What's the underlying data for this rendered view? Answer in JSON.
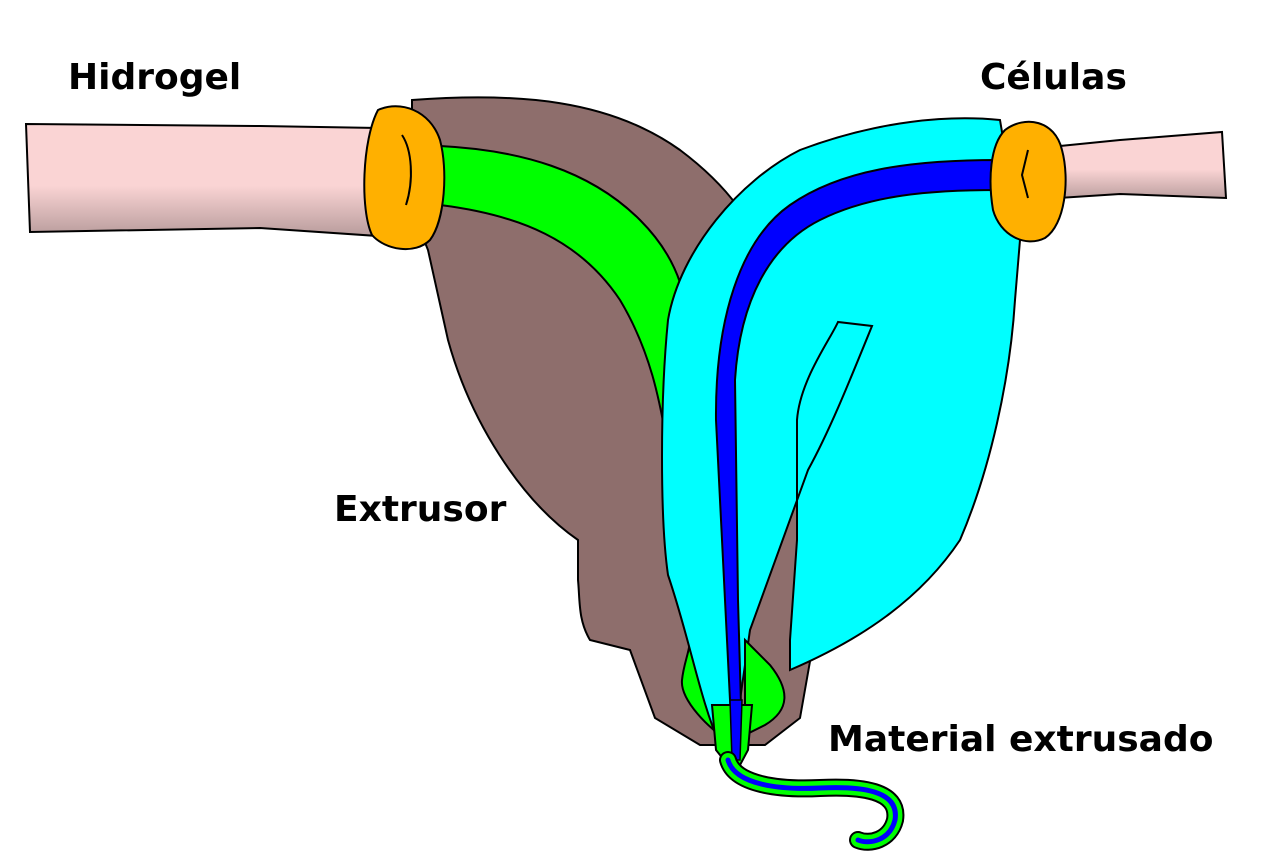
{
  "labels": {
    "hydrogel": "Hidrogel",
    "cells": "Células",
    "extruder": "Extrusor",
    "extruded_material": "Material extrusado"
  },
  "colors": {
    "tube": "#fad4d4",
    "tube_shade": "#b8a0a0",
    "connector": "#ffb000",
    "extruder_body": "#8e6e6c",
    "hydrogel_channel": "#00ff00",
    "cell_chamber": "#00ffff",
    "cell_channel": "#0000ff",
    "outline": "#000000"
  }
}
